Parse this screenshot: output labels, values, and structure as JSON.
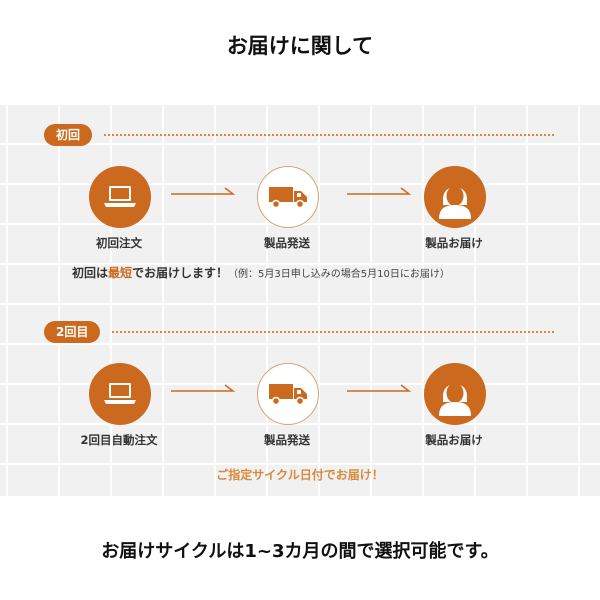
{
  "title": "お届けに関して",
  "first": {
    "badge": "初回",
    "steps": [
      {
        "label": "初回注文",
        "icon": "laptop-icon"
      },
      {
        "label": "製品発送",
        "icon": "delivery-truck-icon"
      },
      {
        "label": "製品お届け",
        "icon": "recipient-person-icon"
      }
    ],
    "note": {
      "pre": "初回は",
      "highlight": "最短",
      "post": "でお届けします！",
      "example": "（例：5月3日申し込みの場合5月10日にお届け）"
    }
  },
  "second": {
    "badge": "2回目",
    "steps": [
      {
        "label": "2回目自動注文",
        "icon": "laptop-icon"
      },
      {
        "label": "製品発送",
        "icon": "delivery-truck-icon"
      },
      {
        "label": "製品お届け",
        "icon": "recipient-person-icon"
      }
    ],
    "note": "ご指定サイクル日付でお届け！"
  },
  "caption": "お届けサイクルは1~3カ月の間で選択可能です。",
  "colors": {
    "accent": "#cb6a1f",
    "accent_light": "#d98a3d",
    "panel_bg": "#f1f1f1"
  }
}
